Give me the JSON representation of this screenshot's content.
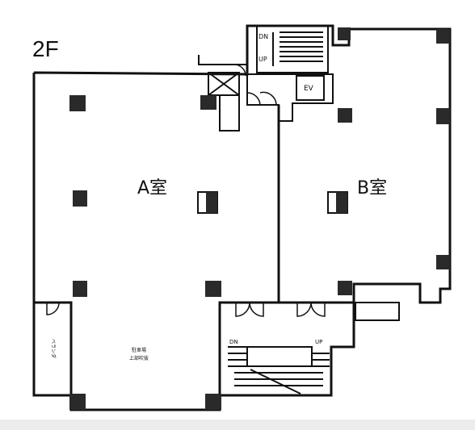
{
  "floor_label": "2F",
  "rooms": {
    "a_label": "A室",
    "b_label": "B室"
  },
  "stair_top": {
    "down": "DN",
    "up": "UP"
  },
  "elevator_label": "EV",
  "stair_bottom": {
    "down": "DN",
    "up": "UP"
  },
  "annex_text": [
    "駐車場",
    "上部吹抜"
  ],
  "side_text": "ベランダ",
  "colors": {
    "line": "#111111",
    "column": "#2a2a2a",
    "background": "#ffffff"
  }
}
